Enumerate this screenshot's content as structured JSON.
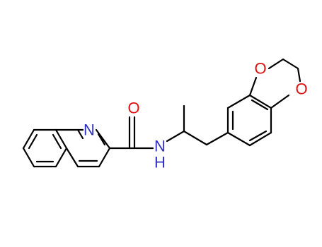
{
  "molecule": {
    "atom_labels": {
      "ring_nitrogen": "N",
      "amide_nitrogen": "N",
      "amide_hydrogen": "H",
      "carbonyl_oxygen": "O",
      "dioxole_oxygen_top": "O",
      "dioxole_oxygen_right": "O"
    },
    "colors": {
      "bond": "#000000",
      "nitrogen": "#3030c0",
      "oxygen": "#e01010"
    }
  }
}
